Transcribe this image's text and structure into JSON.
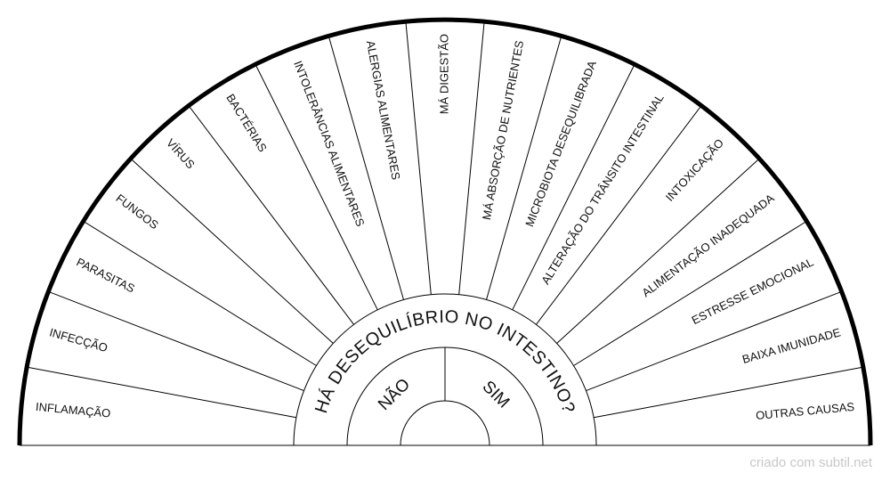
{
  "question": "HÁ DESEQUILÍBRIO NO INTESTINO?",
  "answers": [
    "NÃO",
    "SIM"
  ],
  "segments": [
    "INFLAMAÇÃO",
    "INFECÇÃO",
    "PARASITAS",
    "FUNGOS",
    "VÍRUS",
    "BACTÉRIAS",
    "INTOLERÂNCIAS ALIMENTARES",
    "ALERGIAS ALIMENTARES",
    "MÁ DIGESTÃO",
    "MÁ ABSORÇÃO DE NUTRIENTES",
    "MICROBIOTA DESEQUILIBRADA",
    "ALTERAÇÃO DO TRÂNSITO INTESTINAL",
    "INTOXICAÇÃO",
    "ALIMENTAÇÃO INADEQUADA",
    "ESTRESSE EMOCIONAL",
    "BAIXA IMUNIDADE",
    "OUTRAS CAUSAS"
  ],
  "credit": "criado com subtil.net",
  "colors": {
    "stroke": "#000000",
    "text": "#111111",
    "credit": "#c8c8c8"
  }
}
